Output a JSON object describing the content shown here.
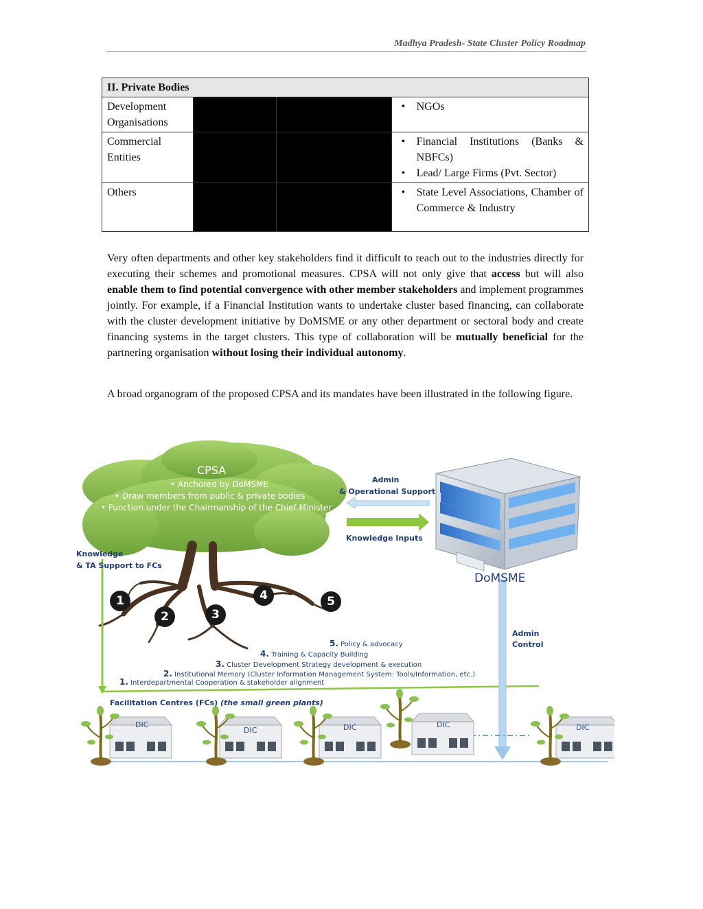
{
  "header": {
    "title": "Madhya Pradesh- State Cluster Policy Roadmap"
  },
  "table": {
    "heading": "II. Private Bodies",
    "rows": [
      {
        "category": "Development Organisations",
        "items": [
          "NGOs"
        ]
      },
      {
        "category": "Commercial Entities",
        "items": [
          "Financial Institutions (Banks & NBFCs)",
          "Lead/ Large Firms (Pvt. Sector)"
        ]
      },
      {
        "category": "Others",
        "items": [
          "State Level Associations, Chamber of Commerce & Industry"
        ]
      }
    ]
  },
  "para1": {
    "t1": "Very often departments and other key stakeholders find it difficult to reach out to the industries directly for executing their schemes and promotional measures. CPSA will not only give that ",
    "b1": "access",
    "t2": " but will also ",
    "b2": "enable them to find potential convergence with other member stakeholders",
    "t3": " and implement programmes jointly. For example, if a Financial Institution wants to undertake cluster based financing, can collaborate with the cluster development initiative by DoMSME or any other department or sectoral body and create financing systems in the target clusters. This type of collaboration will be ",
    "b3": "mutually beneficial",
    "t4": " for the partnering organisation ",
    "b4": "without losing their individual autonomy",
    "t5": "."
  },
  "para2": "A broad organogram of the proposed CPSA and its mandates have been illustrated in the following figure.",
  "figure": {
    "cloud": {
      "title": "CPSA",
      "bullets": [
        "Anchored by DoMSME",
        "Draw members from public & private bodies",
        "Function under the Chairmanship of the Chief Minister"
      ]
    },
    "admin_support": [
      "Admin",
      "& Operational Support"
    ],
    "knowledge_inputs": "Knowledge Inputs",
    "knowledge_ta": [
      "Knowledge",
      "& TA Support to FCs"
    ],
    "domsme": "DoMSME",
    "admin_control": [
      "Admin",
      "Control"
    ],
    "roots": [
      "1",
      "2",
      "3",
      "4",
      "5"
    ],
    "tasks": [
      {
        "num": "5.",
        "text": "Policy & advocacy"
      },
      {
        "num": "4.",
        "text": "Training & Capacity Building"
      },
      {
        "num": "3.",
        "text": "Cluster Development Strategy development & execution"
      },
      {
        "num": "2.",
        "text": "Institutional Memory (Cluster Information Management System: Tools/Information, etc.)"
      },
      {
        "num": "1.",
        "text": "Interdepartmental Cooperation & stakeholder alignment"
      }
    ],
    "fc_title": "Facilitation Centres (FCs)",
    "fc_note": "(the small green plants)",
    "dic_label": "DIC",
    "colors": {
      "cloud": "#8cc152",
      "arrow_green": "#8dc63f",
      "arrow_blue": "#9fc6ea",
      "text_blue": "#1f3d7a"
    }
  }
}
